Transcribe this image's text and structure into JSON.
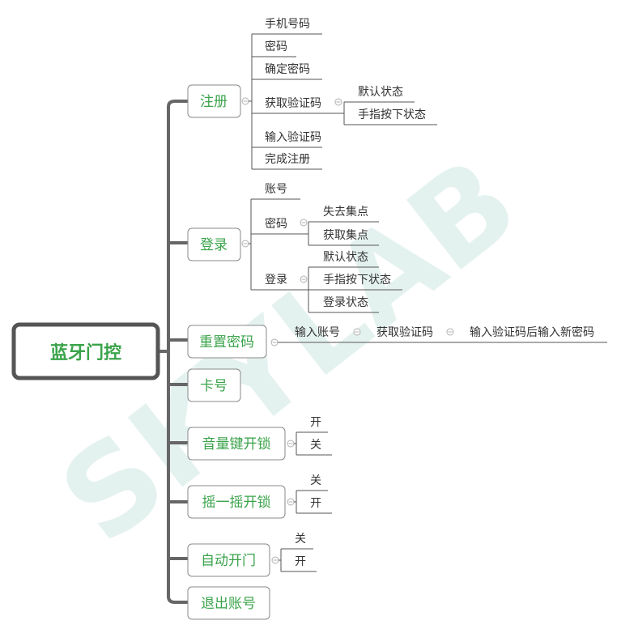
{
  "watermark": "SKYLAB",
  "root": {
    "label": "蓝牙门控"
  },
  "branches": [
    {
      "label": "注册",
      "children": [
        {
          "label": "手机号码"
        },
        {
          "label": "密码"
        },
        {
          "label": "确定密码"
        },
        {
          "label": "获取验证码",
          "children": [
            {
              "label": "默认状态"
            },
            {
              "label": "手指按下状态"
            }
          ]
        },
        {
          "label": "输入验证码"
        },
        {
          "label": "完成注册"
        }
      ]
    },
    {
      "label": "登录",
      "children": [
        {
          "label": "账号"
        },
        {
          "label": "密码",
          "children": [
            {
              "label": "失去集点"
            },
            {
              "label": "获取集点"
            }
          ]
        },
        {
          "label": "登录",
          "children": [
            {
              "label": "默认状态"
            },
            {
              "label": "手指按下状态"
            },
            {
              "label": "登录状态"
            }
          ]
        }
      ]
    },
    {
      "label": "重置密码",
      "chain": [
        "输入账号",
        "获取验证码",
        "输入验证码后输入新密码"
      ]
    },
    {
      "label": "卡号"
    },
    {
      "label": "音量键开锁",
      "children": [
        {
          "label": "开"
        },
        {
          "label": "关"
        }
      ]
    },
    {
      "label": "摇一摇开锁",
      "children": [
        {
          "label": "关"
        },
        {
          "label": "开"
        }
      ]
    },
    {
      "label": "自动开门",
      "children": [
        {
          "label": "关"
        },
        {
          "label": "开"
        }
      ]
    },
    {
      "label": "退出账号"
    }
  ]
}
